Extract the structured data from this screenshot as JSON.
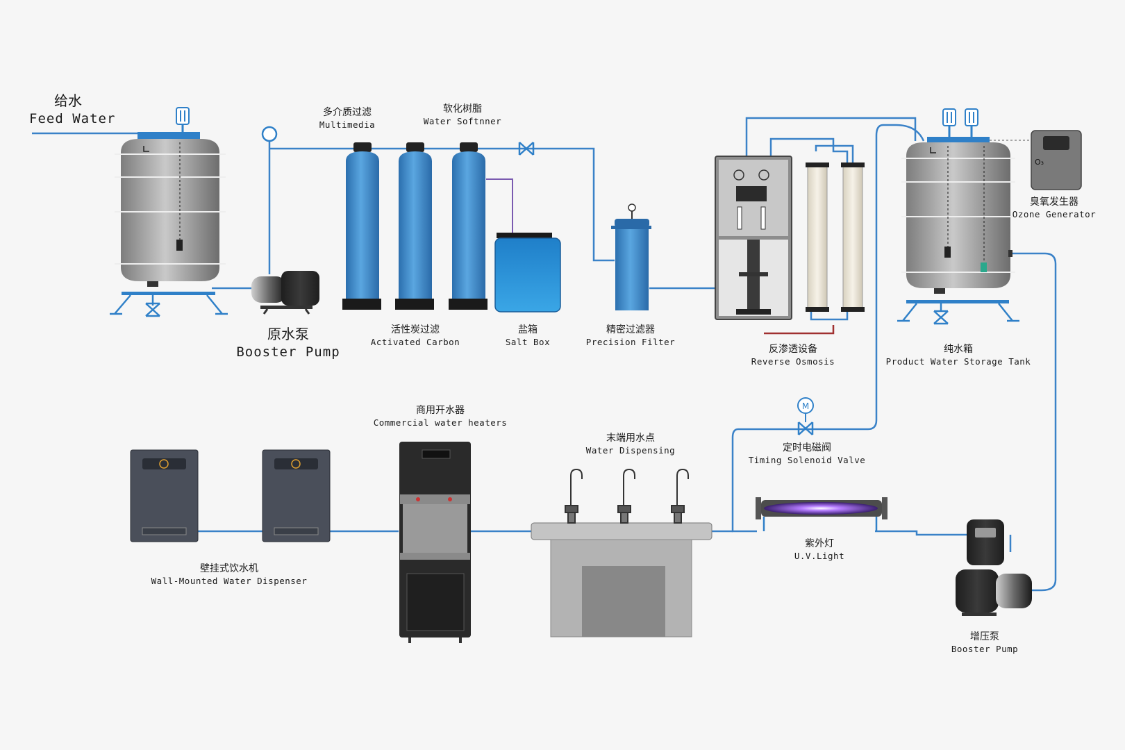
{
  "colors": {
    "pipe": "#3a82c8",
    "tank": "#9a9a9a",
    "filter_blue": "#2f80c0",
    "dark": "#2a2a2a",
    "uv": "#7a3cc8",
    "drain": "#a03030"
  },
  "components": {
    "feed_water": {
      "zh": "给水",
      "en": "Feed Water"
    },
    "booster_pump_1": {
      "zh": "原水泵",
      "en": "Booster Pump"
    },
    "multimedia": {
      "zh": "多介质过滤",
      "en": "Multimedia"
    },
    "water_softener": {
      "zh": "软化树脂",
      "en": "Water Softnner"
    },
    "activated_carbon": {
      "zh": "活性炭过滤",
      "en": "Activated Carbon"
    },
    "salt_box": {
      "zh": "盐箱",
      "en": "Salt Box"
    },
    "precision_filter": {
      "zh": "精密过滤器",
      "en": "Precision Filter"
    },
    "reverse_osmosis": {
      "zh": "反渗透设备",
      "en": "Reverse Osmosis"
    },
    "storage_tank": {
      "zh": "纯水箱",
      "en": "Product Water Storage Tank"
    },
    "ozone_generator": {
      "zh": "臭氧发生器",
      "en": "Ozone Generator",
      "symbol": "O₃"
    },
    "timing_valve": {
      "zh": "定时电磁阀",
      "en": "Timing Solenoid Valve",
      "symbol": "M"
    },
    "uv_light": {
      "zh": "紫外灯",
      "en": "U.V.Light"
    },
    "booster_pump_2": {
      "zh": "增压泵",
      "en": "Booster Pump"
    },
    "water_dispensing": {
      "zh": "末端用水点",
      "en": "Water Dispensing"
    },
    "commercial_heater": {
      "zh": "商用开水器",
      "en": "Commercial water heaters"
    },
    "wall_dispenser": {
      "zh": "壁挂式饮水机",
      "en": "Wall-Mounted Water Dispenser"
    }
  }
}
